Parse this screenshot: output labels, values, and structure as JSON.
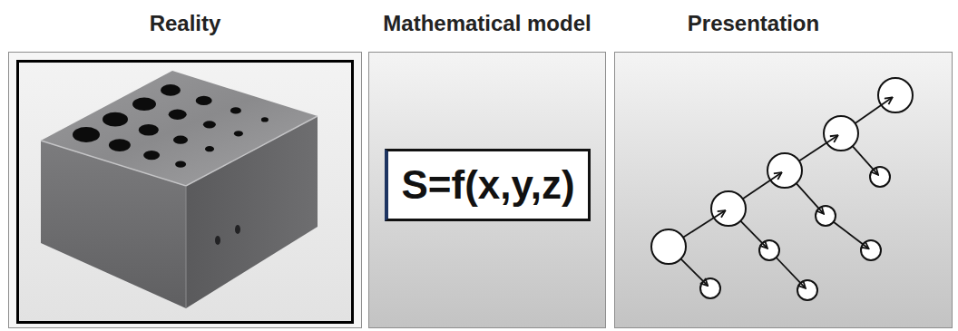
{
  "diagram": {
    "nodes": [
      {
        "text": [
          "Reality"
        ]
      },
      {
        "text": [
          "Mathematical model"
        ]
      },
      {
        "text": [
          "Presentation"
        ]
      },
      {
        "text": [
          "S=f(x,y,z)"
        ],
        "in": 1
      }
    ],
    "edges": []
  }
}
